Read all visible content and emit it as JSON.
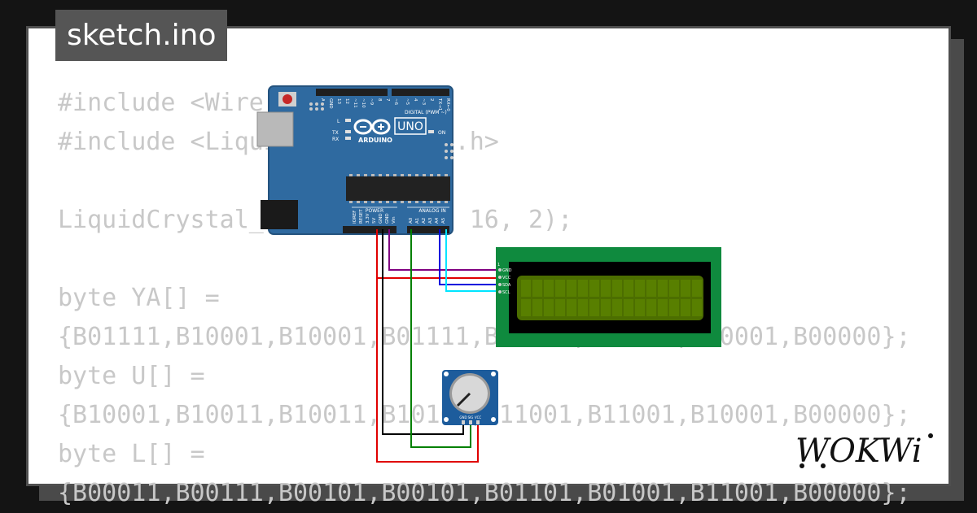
{
  "tab": {
    "title": "sketch.ino"
  },
  "code_lines": [
    "#include <Wire.h>",
    "#include <LiquidCrystal_I2C.h>",
    "",
    "LiquidCrystal_I2C lcd(0x27, 16, 2);",
    "",
    "byte YA[] =",
    "{B01111,B10001,B10001,B01111,B00101,B01001,B10001,B00000};",
    "byte U[] =",
    "{B10001,B10011,B10011,B10101,B11001,B11001,B10001,B00000};",
    "byte L[] =",
    "{B00011,B00111,B00101,B00101,B01101,B01001,B11001,B00000};"
  ],
  "board": {
    "brand": "ARDUINO",
    "model": "UNO",
    "digital_header_label": "DIGITAL (PWM ~)",
    "digital_pins": [
      "AREF",
      "GND",
      "13",
      "12",
      "~11",
      "~10",
      "~9",
      "8",
      "7",
      "~6",
      "~5",
      "4",
      "~3",
      "2",
      "TX→1",
      "RX←0"
    ],
    "power_label": "POWER",
    "power_pins": [
      "IOREF",
      "RESET",
      "3.3V",
      "5V",
      "GND",
      "GND",
      "Vin"
    ],
    "analog_label": "ANALOG IN",
    "analog_pins": [
      "A0",
      "A1",
      "A2",
      "A3",
      "A4",
      "A5"
    ],
    "led_l": "L",
    "led_tx": "TX",
    "led_rx": "RX",
    "led_on": "ON"
  },
  "lcd": {
    "pins": [
      "GND",
      "VCC",
      "SDA",
      "SCL"
    ],
    "pin_one": "1"
  },
  "pot": {
    "pins": [
      "GND",
      "SIG",
      "VCC"
    ]
  },
  "wire_colors": {
    "red": "#e00000",
    "black": "#000000",
    "green": "#008000",
    "purple": "#800080",
    "blue": "#0000dd",
    "cyan": "#00e5ff"
  },
  "logo": {
    "text": "WOKWi"
  }
}
